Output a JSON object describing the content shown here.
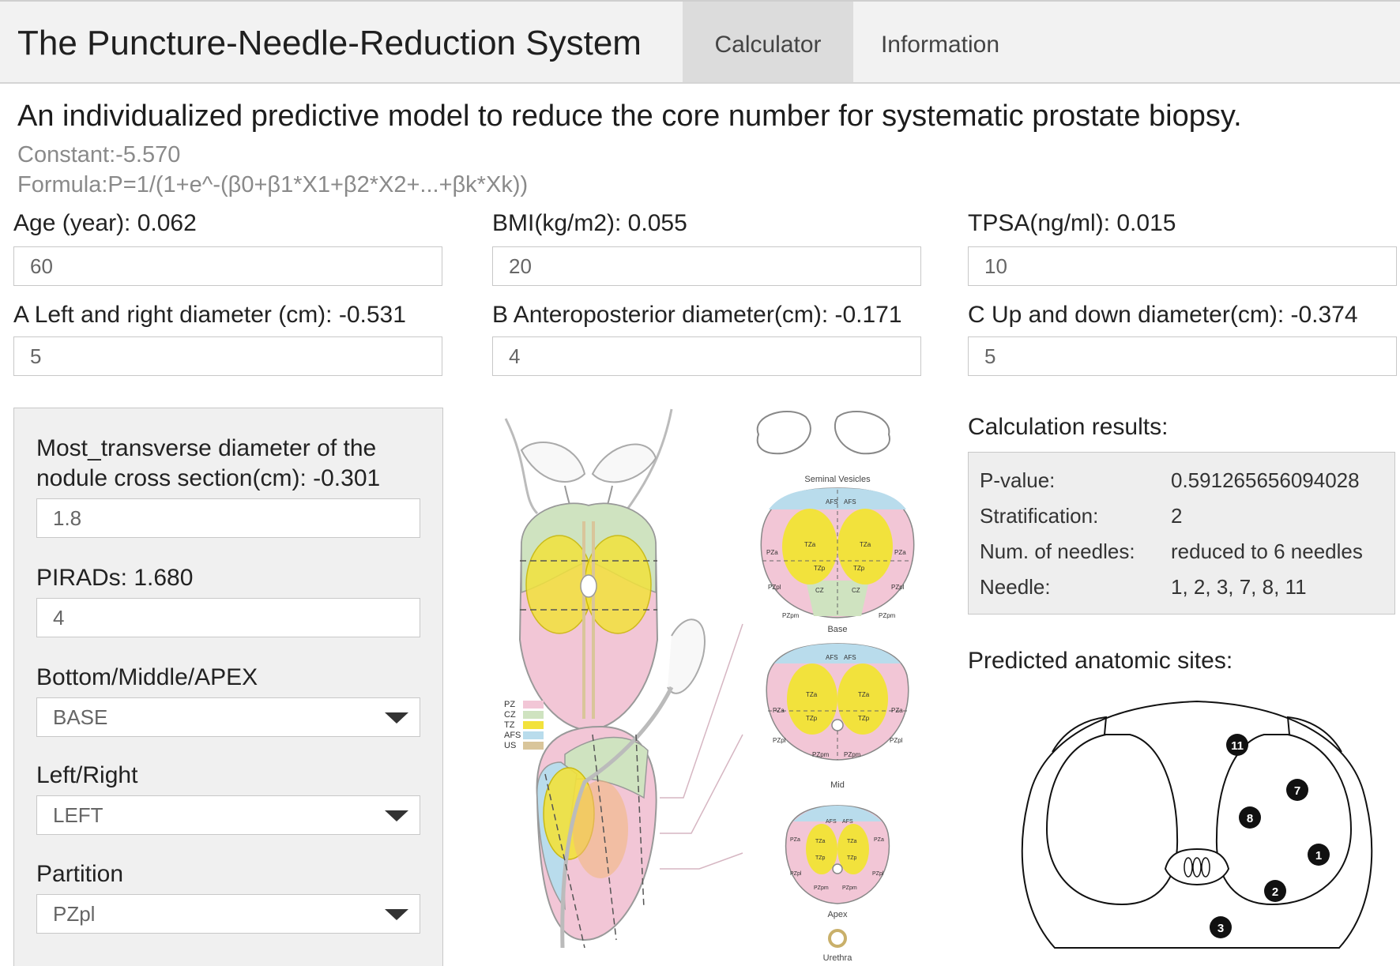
{
  "navbar": {
    "title": "The Puncture-Needle-Reduction System",
    "tabs": [
      {
        "label": "Calculator",
        "active": true
      },
      {
        "label": "Information",
        "active": false
      }
    ]
  },
  "header": {
    "subtitle": "An individualized predictive model to reduce the core number for systematic prostate biopsy.",
    "constant": "Constant:-5.570",
    "formula": "Formula:P=1/(1+e^-(β0+β1*X1+β2*X2+...+βk*Xk))"
  },
  "inputs": {
    "age": {
      "label": "Age (year): 0.062",
      "value": "60"
    },
    "bmi": {
      "label": "BMI(kg/m2): 0.055",
      "value": "20"
    },
    "tpsa": {
      "label": "TPSA(ng/ml): 0.015",
      "value": "10"
    },
    "diam_a": {
      "label": "A Left and right diameter (cm): -0.531",
      "value": "5"
    },
    "diam_b": {
      "label": "B Anteroposterior diameter(cm): -0.171",
      "value": "4"
    },
    "diam_c": {
      "label": "C Up and down diameter(cm): -0.374",
      "value": "5"
    }
  },
  "panel": {
    "nodule_label_line1": "Most_transverse diameter of the",
    "nodule_label_line2": "nodule cross section(cm): -0.301",
    "nodule_value": "1.8",
    "pirads_label": "PIRADs: 1.680",
    "pirads_value": "4",
    "level_label": "Bottom/Middle/APEX",
    "level_value": "BASE",
    "side_label": "Left/Right",
    "side_value": "LEFT",
    "partition_label": "Partition",
    "partition_value": "PZpl"
  },
  "diagram": {
    "legend": [
      "PZ",
      "CZ",
      "TZ",
      "AFS",
      "US"
    ],
    "legend_colors": [
      "#f2c6d6",
      "#cfe3c0",
      "#f2e23c",
      "#b9dcec",
      "#d9c59a"
    ],
    "labels": {
      "seminal": "Seminal Vesicles",
      "base": "Base",
      "mid": "Mid",
      "apex": "Apex",
      "urethra": "Urethra"
    },
    "zones": {
      "afs": "AFS",
      "tza": "TZa",
      "tzp": "TZp",
      "pza": "PZa",
      "pzpl": "PZpl",
      "pzpm": "PZpm",
      "cz": "CZ"
    }
  },
  "results": {
    "title": "Calculation results:",
    "rows": [
      {
        "key": "P-value:",
        "value": "0.591265656094028"
      },
      {
        "key": "Stratification:",
        "value": "2"
      },
      {
        "key": "Num. of needles:",
        "value": "reduced to 6 needles"
      },
      {
        "key": "Needle:",
        "value": "1, 2, 3, 7, 8, 11"
      }
    ]
  },
  "sites": {
    "title": "Predicted anatomic sites:",
    "markers": [
      "11",
      "7",
      "8",
      "1",
      "2",
      "3"
    ]
  }
}
